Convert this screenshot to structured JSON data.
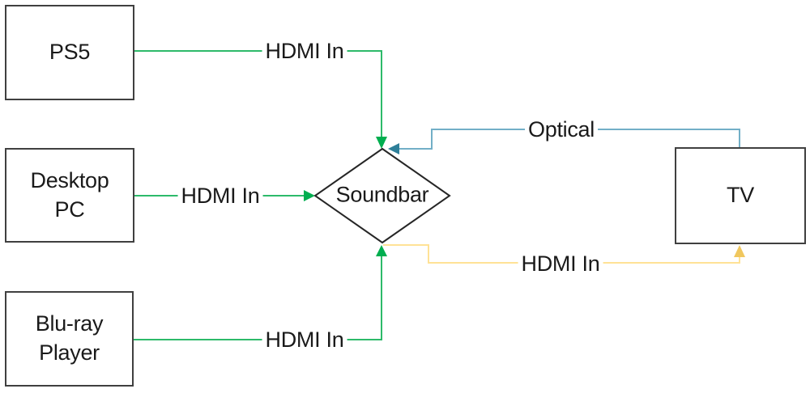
{
  "diagram": {
    "nodes": [
      {
        "id": "ps5",
        "label": "PS5",
        "shape": "rectangle"
      },
      {
        "id": "desktop-pc",
        "label": "Desktop PC",
        "shape": "rectangle"
      },
      {
        "id": "blu-ray-player",
        "label": "Blu-ray Player",
        "shape": "rectangle"
      },
      {
        "id": "soundbar",
        "label": "Soundbar",
        "shape": "diamond"
      },
      {
        "id": "tv",
        "label": "TV",
        "shape": "rectangle"
      }
    ],
    "edges": [
      {
        "from": "PS5",
        "to": "Soundbar",
        "label": "HDMI In",
        "color": "#2dba6a"
      },
      {
        "from": "Desktop PC",
        "to": "Soundbar",
        "label": "HDMI In",
        "color": "#2dba6a"
      },
      {
        "from": "Blu-ray Player",
        "to": "Soundbar",
        "label": "HDMI In",
        "color": "#2dba6a"
      },
      {
        "from": "TV",
        "to": "Soundbar",
        "label": "Optical",
        "color": "#72afc7"
      },
      {
        "from": "Soundbar",
        "to": "TV",
        "label": "HDMI In",
        "color": "#ffe296"
      }
    ],
    "colors": {
      "green_line": "#2dba6a",
      "green_arrow": "#00ae4f",
      "blue_line": "#72afc7",
      "blue_arrow": "#2e7f99",
      "yellow_line": "#ffe296",
      "yellow_arrow": "#f0c75e",
      "box_border": "#404040",
      "diamond_border": "#262626",
      "node_fill": "#ffffff",
      "text": "#1a1a1a",
      "background": "#ffffff"
    }
  }
}
